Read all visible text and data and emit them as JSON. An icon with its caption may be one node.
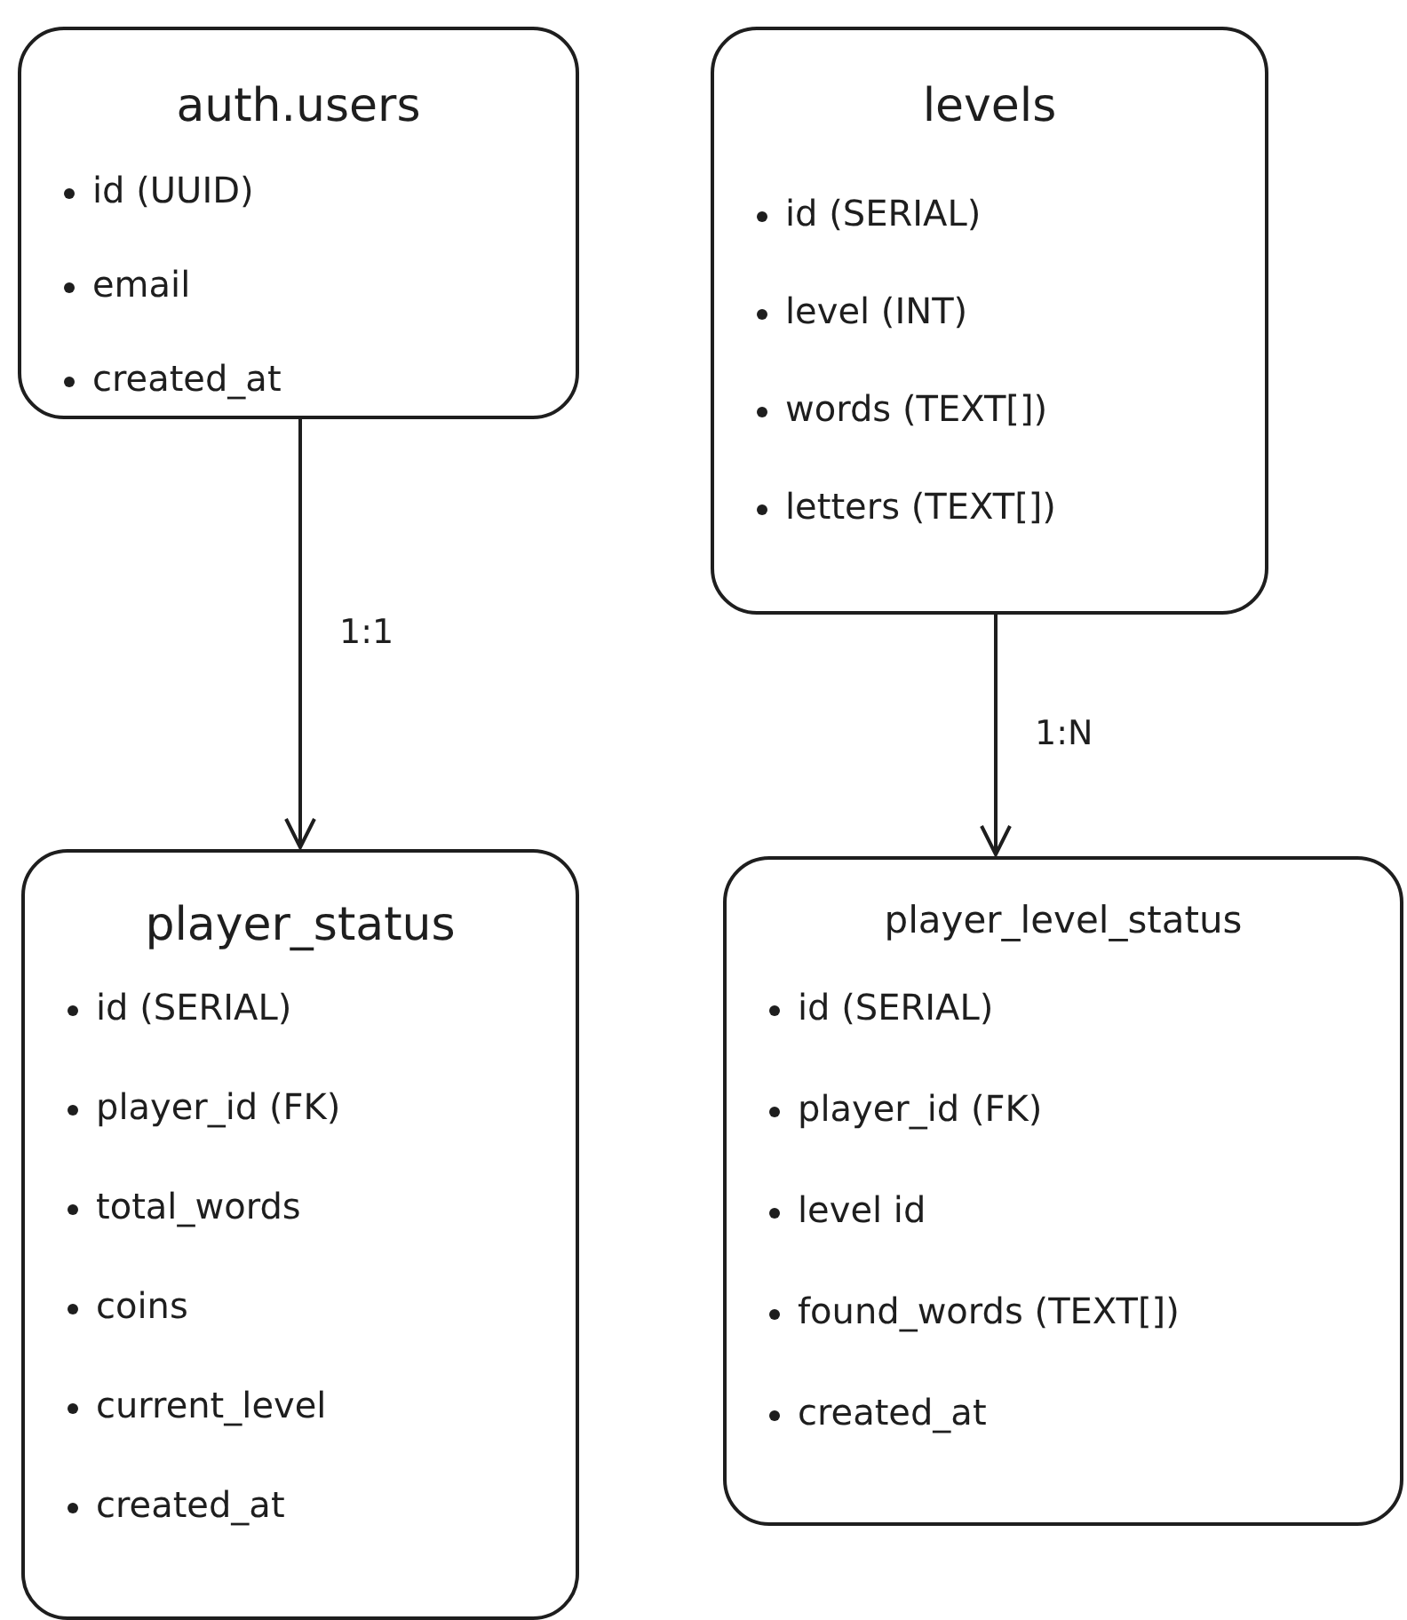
{
  "diagram": {
    "nodes": [
      {
        "text": [
          "auth.users",
          "id (UUID)",
          "email",
          "created_at"
        ]
      },
      {
        "text": [
          "levels",
          "id (SERIAL)",
          "level (INT)",
          "words (TEXT[])",
          "letters (TEXT[])"
        ]
      },
      {
        "text": [
          "player_status",
          "id (SERIAL)",
          "player_id (FK)",
          "total_words",
          "coins",
          "current_level",
          "created_at"
        ]
      },
      {
        "text": [
          "player_level_status",
          "id (SERIAL)",
          "player_id (FK)",
          "level id",
          "found_words (TEXT[])",
          "created_at"
        ]
      }
    ],
    "edges": [
      {
        "from": 0,
        "to": 2,
        "arrow": "to",
        "label": "1:1"
      },
      {
        "from": 1,
        "to": 3,
        "arrow": "to",
        "label": "1:N"
      }
    ]
  }
}
